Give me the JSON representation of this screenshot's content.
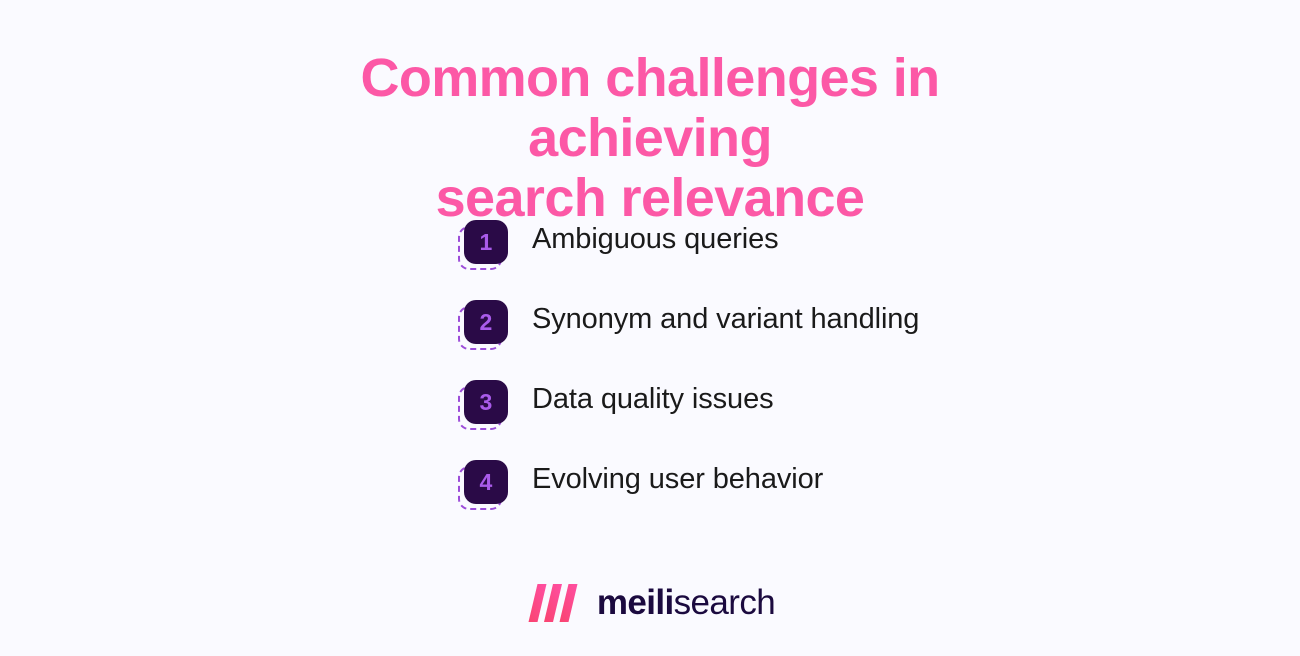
{
  "slide": {
    "background_color": "#fafaff",
    "title": "Common challenges in achieving\nsearch relevance",
    "title_color": "#FC58A6"
  },
  "list": {
    "badge_fill_color": "#2A0A47",
    "badge_number_color": "#A95BEA",
    "badge_ghost_border_color": "#9C4DD9",
    "label_color": "#1a1a1a",
    "items": [
      {
        "number": "1",
        "label": "Ambiguous queries"
      },
      {
        "number": "2",
        "label": "Synonym and variant handling"
      },
      {
        "number": "3",
        "label": "Data quality issues"
      },
      {
        "number": "4",
        "label": "Evolving user behavior"
      }
    ]
  },
  "logo": {
    "mark_name": "meilisearch-logo-mark",
    "mark_color_start": "#F9436F",
    "mark_color_end": "#FF4FA3",
    "word_bold": "meili",
    "word_light": "search",
    "word_color": "#1B0A3F"
  }
}
